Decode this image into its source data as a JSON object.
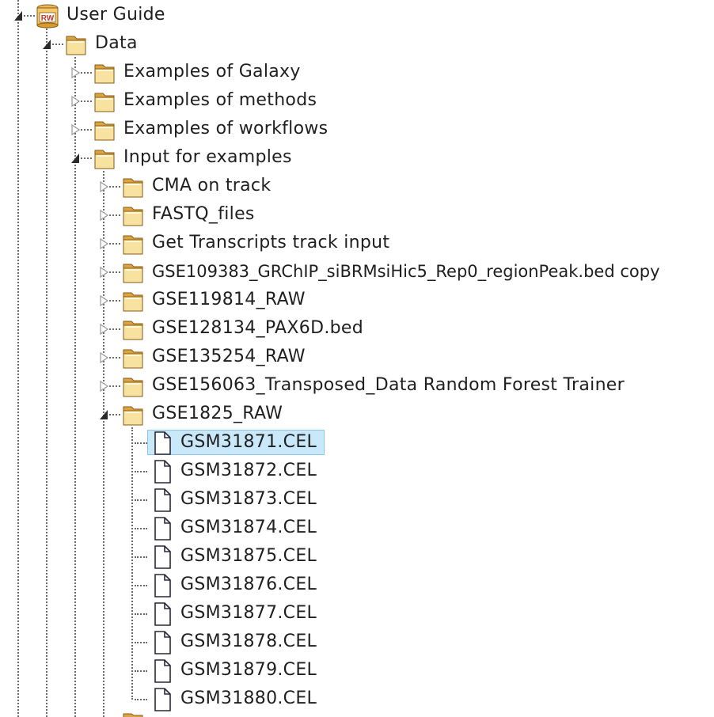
{
  "tree": {
    "root": {
      "label": "User Guide",
      "icon": "rw-app-icon"
    },
    "data_folder": {
      "label": "Data"
    },
    "level2": [
      {
        "label": "Examples of Galaxy",
        "expanded": false
      },
      {
        "label": "Examples of methods",
        "expanded": false
      },
      {
        "label": "Examples of workflows",
        "expanded": false
      },
      {
        "label": "Input for examples",
        "expanded": true
      }
    ],
    "level3": [
      {
        "label": "CMA on track",
        "expanded": false
      },
      {
        "label": "FASTQ_files",
        "expanded": false
      },
      {
        "label": "Get Transcripts track input",
        "expanded": false
      },
      {
        "label": "GSE109383_GRChIP_siBRMsiHic5_Rep0_regionPeak.bed copy",
        "expanded": false
      },
      {
        "label": "GSE119814_RAW",
        "expanded": false
      },
      {
        "label": "GSE128134_PAX6D.bed",
        "expanded": false
      },
      {
        "label": "GSE135254_RAW",
        "expanded": false
      },
      {
        "label": "GSE156063_Transposed_Data Random Forest Trainer",
        "expanded": false
      },
      {
        "label": "GSE1825_RAW",
        "expanded": true
      }
    ],
    "files": [
      {
        "label": "GSM31871.CEL",
        "selected": true
      },
      {
        "label": "GSM31872.CEL",
        "selected": false
      },
      {
        "label": "GSM31873.CEL",
        "selected": false
      },
      {
        "label": "GSM31874.CEL",
        "selected": false
      },
      {
        "label": "GSM31875.CEL",
        "selected": false
      },
      {
        "label": "GSM31876.CEL",
        "selected": false
      },
      {
        "label": "GSM31877.CEL",
        "selected": false
      },
      {
        "label": "GSM31878.CEL",
        "selected": false
      },
      {
        "label": "GSM31879.CEL",
        "selected": false
      },
      {
        "label": "GSM31880.CEL",
        "selected": false
      }
    ]
  },
  "colors": {
    "selection_bg": "#c9e8f9",
    "selection_border": "#8cc6e8",
    "folder_light": "#f7e2a0",
    "folder_dark": "#d9a441",
    "tree_line": "#6b6b6b"
  }
}
